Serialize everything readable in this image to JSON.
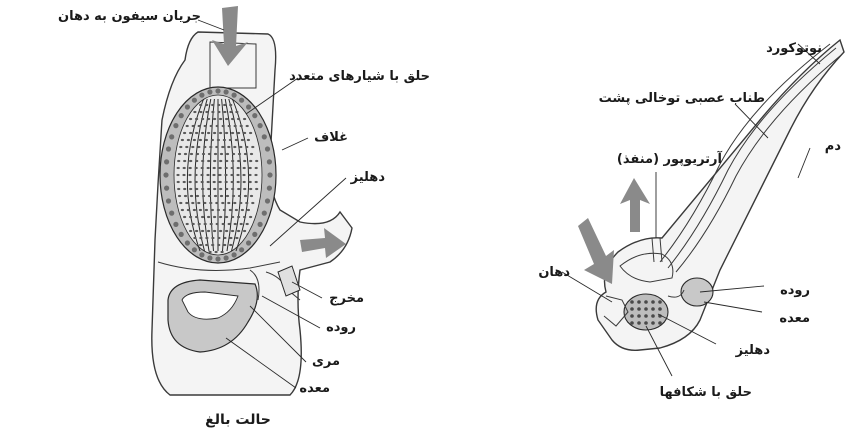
{
  "adult": {
    "caption": "حالت بالغ",
    "labels": {
      "siphon_current": "جریان سیفون به دهان",
      "pharynx_slits": "حلق با شیارهای متعدد",
      "tunic": "غلاف",
      "atrium": "دهلیز",
      "exit": "مخرج",
      "intestine": "روده",
      "esophagus": "مری",
      "stomach": "معده"
    }
  },
  "larva": {
    "labels": {
      "notochord": "نوتوکورد",
      "nerve_cord": "طناب عصبی توخالی پشت",
      "tail": "دم",
      "atriopore": "آرتریوپور (منفذ)",
      "mouth": "دهان",
      "intestine": "روده",
      "stomach": "معده",
      "atrium": "دهلیز",
      "pharynx_gill_slits": "حلق با شکافها"
    }
  },
  "colors": {
    "outline": "#3a3a3a",
    "tissue_fill": "#f4f4f4",
    "arrow_fill": "#8a8a8a",
    "stomach_fill": "#c8c8c8",
    "pharynx_fill": "#6e6e6e"
  }
}
